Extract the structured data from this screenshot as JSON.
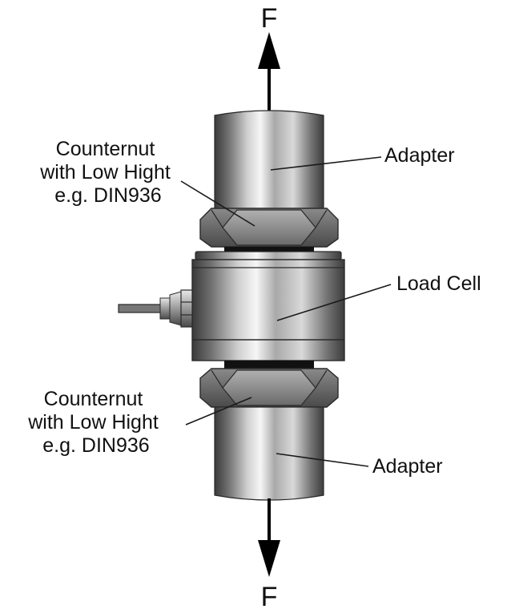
{
  "force_top": "F",
  "force_bottom": "F",
  "labels": {
    "counternut_top": [
      "Counternut",
      "with Low Hight",
      "e.g. DIN936"
    ],
    "adapter_top": "Adapter",
    "load_cell": "Load Cell",
    "counternut_bottom": [
      "Counternut",
      "with Low Hight",
      "e.g. DIN936"
    ],
    "adapter_bottom": "Adapter"
  }
}
